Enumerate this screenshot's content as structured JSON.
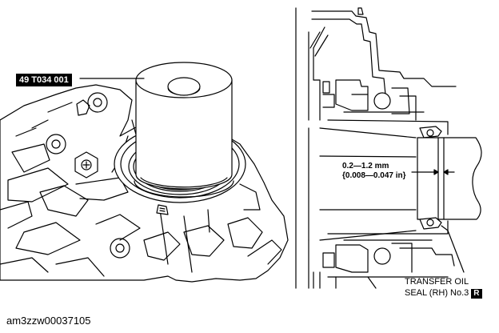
{
  "tool_label": "49 T034 001",
  "dimension": {
    "line1": "0.2—1.2 mm",
    "line2": "{0.008—0.047 in}"
  },
  "seal": {
    "line1": "TRANSFER OIL",
    "line2": "SEAL (RH) No.3",
    "badge": "R"
  },
  "caption": "am3zzw00037105"
}
